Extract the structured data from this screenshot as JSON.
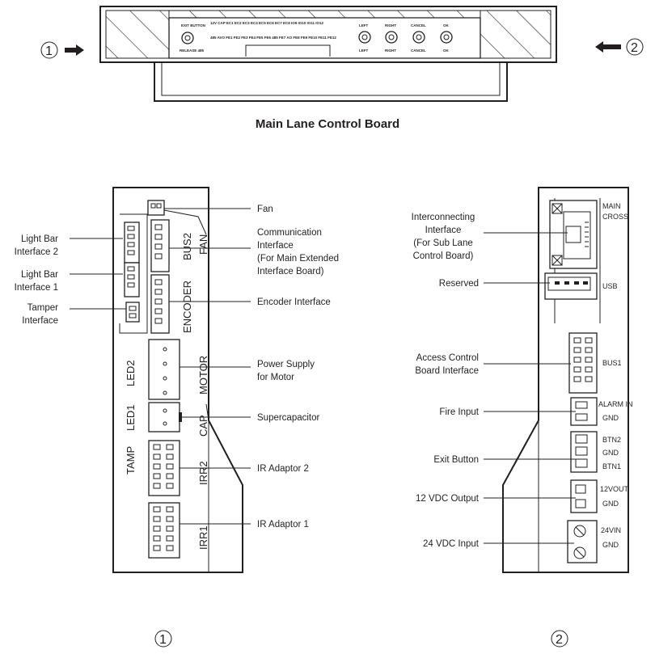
{
  "top": {
    "title": "Main Lane Control Board",
    "marker_left": "1",
    "marker_right": "2",
    "panel_left_labels": [
      "EXIT BUTTON",
      "RELEASE 485"
    ],
    "panel_top_strip": "12V CAP EC1 EC2 EC3 EC4 EC5 EC6 EC7 EC8 IO9 IO10 IO11 IO12",
    "panel_bottom_strip": "485 AVO FE1 FE2 FE3 FE4 FE5 FE6 485 FE7 AO FE8 FE9 FE10 FE11 FE12",
    "buttons": [
      {
        "top": "LEFT",
        "bottom": "LEFT"
      },
      {
        "top": "RIGHT",
        "bottom": "RIGHT"
      },
      {
        "top": "CANCEL",
        "bottom": "CANCEL"
      },
      {
        "top": "OK",
        "bottom": "OK"
      }
    ]
  },
  "left_view": {
    "marker": "1",
    "board_labels": {
      "bus2": "BUS2",
      "fan": "FAN",
      "encoder": "ENCODER",
      "motor": "MOTOR",
      "cap": "CAP",
      "irr2": "IRR2",
      "irr1": "IRR1",
      "led2": "LED2",
      "led1": "LED1",
      "tamp": "TAMP"
    },
    "callouts_left": [
      {
        "lines": [
          "Light Bar",
          "Interface 2"
        ]
      },
      {
        "lines": [
          "Light Bar",
          "Interface 1"
        ]
      },
      {
        "lines": [
          "Tamper",
          "Interface"
        ]
      }
    ],
    "callouts_right": [
      {
        "lines": [
          "Fan"
        ]
      },
      {
        "lines": [
          "Communication",
          "Interface",
          "(For Main Extended",
          "Interface Board)"
        ]
      },
      {
        "lines": [
          "Encoder Interface"
        ]
      },
      {
        "lines": [
          "Power Supply",
          "for Motor"
        ]
      },
      {
        "lines": [
          "Supercapacitor"
        ]
      },
      {
        "lines": [
          "IR Adaptor 2"
        ]
      },
      {
        "lines": [
          "IR Adaptor 1"
        ]
      }
    ]
  },
  "right_view": {
    "marker": "2",
    "board_labels": {
      "main": "MAIN",
      "cross": "CROSS",
      "usb": "USB",
      "bus1": "BUS1",
      "alarm_in": "ALARM IN",
      "gnd1": "GND",
      "btn2": "BTN2",
      "gnd2": "GND",
      "btn1": "BTN1",
      "v12out": "12VOUT",
      "gnd3": "GND",
      "v24in": "24VIN",
      "gnd4": "GND"
    },
    "callouts_left": [
      {
        "lines": [
          "Interconnecting",
          "Interface",
          "(For Sub Lane",
          "Control Board)"
        ]
      },
      {
        "lines": [
          "Reserved"
        ]
      },
      {
        "lines": [
          "Access Control",
          "Board Interface"
        ]
      },
      {
        "lines": [
          "Fire Input"
        ]
      },
      {
        "lines": [
          "Exit Button"
        ]
      },
      {
        "lines": [
          "12 VDC Output"
        ]
      },
      {
        "lines": [
          "24 VDC Input"
        ]
      }
    ]
  }
}
